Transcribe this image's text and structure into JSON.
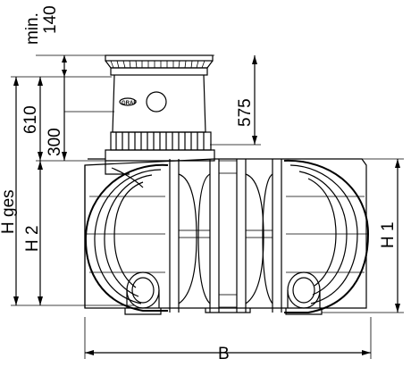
{
  "dimensions": {
    "min_label": "min.",
    "min_value": "140",
    "d610": "610",
    "d300": "300",
    "d575": "575",
    "h_ges": "H ges",
    "h2": "H 2",
    "h1": "H 1",
    "b": "B"
  },
  "logo": {
    "text": "GRAF"
  },
  "colors": {
    "line": "#000000",
    "background": "#ffffff"
  }
}
